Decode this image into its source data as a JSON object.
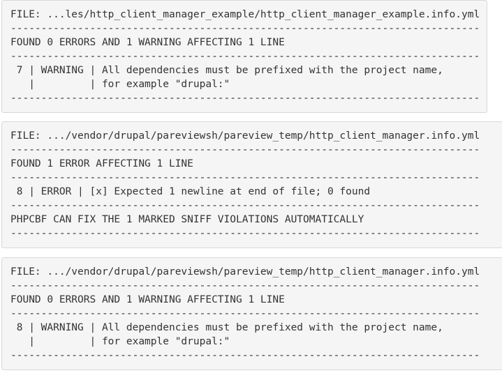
{
  "separator": "-----------------------------------------------------------------------------",
  "colors": {
    "page_background": "#ffffff",
    "block_background": "#f5f5f5",
    "block_border": "#d8d8d8",
    "text": "#333333"
  },
  "blocks": [
    {
      "file": "FILE: ...les/http_client_manager_example/http_client_manager_example.info.yml",
      "summary": "FOUND 0 ERRORS AND 1 WARNING AFFECTING 1 LINE",
      "message_lines": [
        " 7 | WARNING | All dependencies must be prefixed with the project name,",
        "   |         | for example \"drupal:\""
      ]
    },
    {
      "file": "FILE: .../vendor/drupal/pareviewsh/pareview_temp/http_client_manager.info.yml",
      "summary": "FOUND 1 ERROR AFFECTING 1 LINE",
      "message_lines": [
        " 8 | ERROR | [x] Expected 1 newline at end of file; 0 found"
      ],
      "fixable_note": "PHPCBF CAN FIX THE 1 MARKED SNIFF VIOLATIONS AUTOMATICALLY"
    },
    {
      "file": "FILE: .../vendor/drupal/pareviewsh/pareview_temp/http_client_manager.info.yml",
      "summary": "FOUND 0 ERRORS AND 1 WARNING AFFECTING 1 LINE",
      "message_lines": [
        " 8 | WARNING | All dependencies must be prefixed with the project name,",
        "   |         | for example \"drupal:\""
      ]
    }
  ]
}
